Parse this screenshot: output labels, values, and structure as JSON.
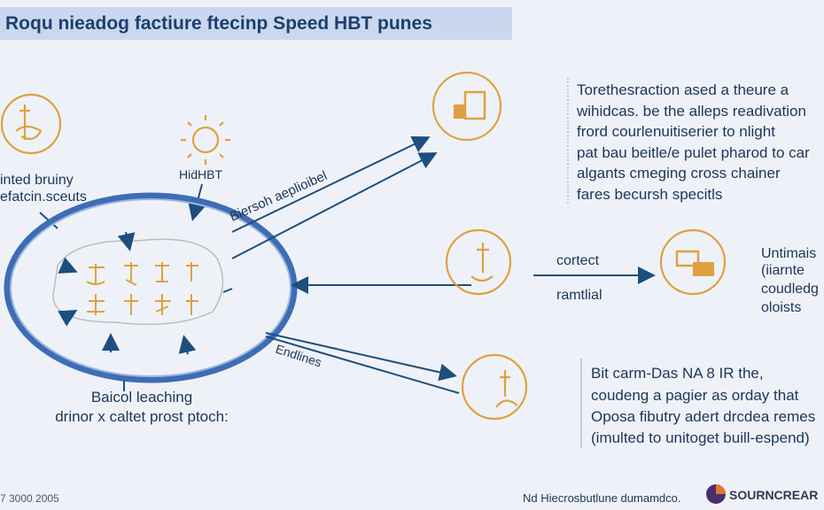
{
  "title": "Roqu nieadog factiure ftecinp Speed HBT punes",
  "left_node": {
    "label_lines": [
      "inted bruiny",
      "efatcin.sceuts"
    ]
  },
  "sun_label": "HiḋHBT",
  "arrow_label_top": "Biersoh aeplioibel",
  "arrow_label_bottom": "Endlines",
  "center": {
    "label_lines": [
      "Baicol leaching",
      "drinor x caltet prost ptoch:"
    ]
  },
  "top_right_paragraph": [
    "Torethesraction ased a theure a",
    "wihidcas. be the alleps readivation",
    "frord courlenuitiserier to nlight",
    "pat bau beitle/e pulet pharod to car",
    "algants cmeging cross chainer",
    "fares becursh specitls"
  ],
  "middle": {
    "arrow_top_label": "cortect",
    "arrow_bottom_label": "ramtlial",
    "right_lines": [
      "Untimais",
      "(iiarnte",
      "coudledg",
      "oloists"
    ]
  },
  "bottom_paragraph": [
    "Bit carm-Das NA 8 IR the,",
    "coudeng a pagier as orday that",
    "Oposa fibutry adert drcdea remes",
    "(imulted to unitoget buill-espend)"
  ],
  "footer": {
    "date": "7 3000 2005",
    "credit": "Nd Hiecrosbutlune dumamdco.",
    "brand": "SOURNCREAR"
  },
  "colors": {
    "accent_orange": "#e0a040",
    "navy": "#1d3f6e",
    "ellipse_blue": "#3d6db5"
  }
}
